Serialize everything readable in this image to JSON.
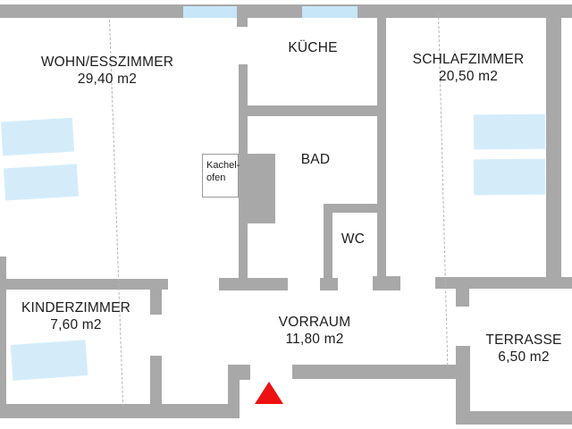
{
  "rooms": {
    "wohn": {
      "name": "WOHN/ESSZIMMER",
      "area": "29,40 m2"
    },
    "kueche": {
      "name": "KÜCHE"
    },
    "schlaf": {
      "name": "SCHLAFZIMMER",
      "area": "20,50 m2"
    },
    "bad": {
      "name": "BAD"
    },
    "wc": {
      "name": "WC"
    },
    "kinder": {
      "name": "KINDERZIMMER",
      "area": "7,60 m2"
    },
    "vorraum": {
      "name": "VORRAUM",
      "area": "11,80 m2"
    },
    "terrasse": {
      "name": "TERRASSE",
      "area": "6,50 m2"
    }
  },
  "fixtures": {
    "kachelofen": {
      "line1": "Kachel-",
      "line2": "ofen"
    }
  },
  "colors": {
    "wall": "#a8a8a8",
    "window": "#c7e6f7",
    "furniture": "#d4ecfa",
    "entrance_marker": "#ee1111",
    "text": "#1c1c1c",
    "background": "#ffffff",
    "dash_line": "#b4b4b4",
    "kachelofen_border": "#9a9a9a"
  }
}
